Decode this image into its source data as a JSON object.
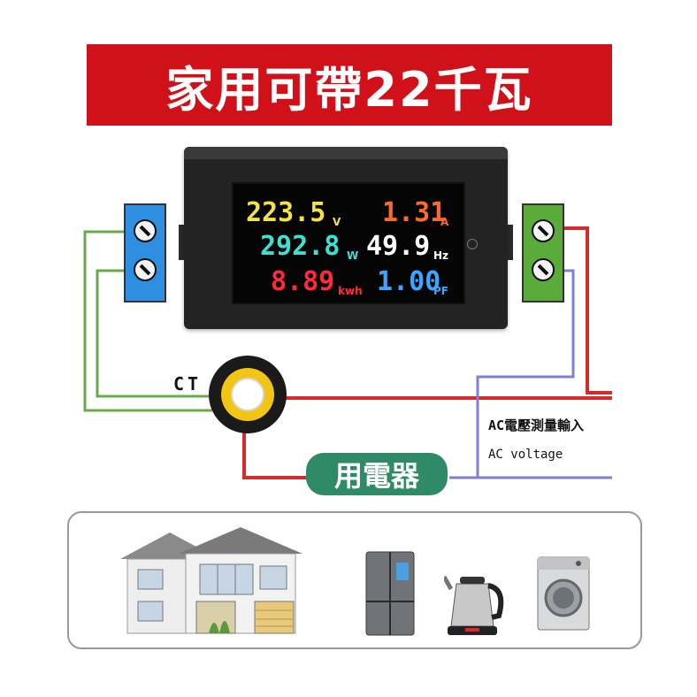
{
  "banner": {
    "title": "家用可帶22千瓦"
  },
  "meter": {
    "voltage": {
      "value": "223.5",
      "unit": "V"
    },
    "current": {
      "value": "1.31",
      "unit": "A"
    },
    "power": {
      "value": "292.8",
      "unit": "W"
    },
    "frequency": {
      "value": "49.9",
      "unit": "Hz"
    },
    "energy": {
      "value": "8.89",
      "unit": "kwh"
    },
    "power_factor": {
      "value": "1.00",
      "unit": "PF"
    }
  },
  "labels": {
    "ct": "CT",
    "ac_input": "AC電壓測量輸入",
    "ac_voltage": "AC voltage",
    "appliance": "用電器"
  },
  "appliances": [
    "house-icon",
    "refrigerator-icon",
    "kettle-icon",
    "washing-machine-icon"
  ],
  "colors": {
    "banner": "#d1111a",
    "voltage": "#f2e24a",
    "current": "#ff6a2a",
    "power": "#3ee0d2",
    "frequency": "#ffffff",
    "energy": "#ff2a3a",
    "power_factor": "#3aa6ff",
    "left_block": "#2e8fe0",
    "right_block": "#5bab3a",
    "wire_red": "#d62b2b",
    "wire_green": "#6aa84f",
    "wire_blue": "#7f80d0",
    "badge": "#2f8a67"
  }
}
